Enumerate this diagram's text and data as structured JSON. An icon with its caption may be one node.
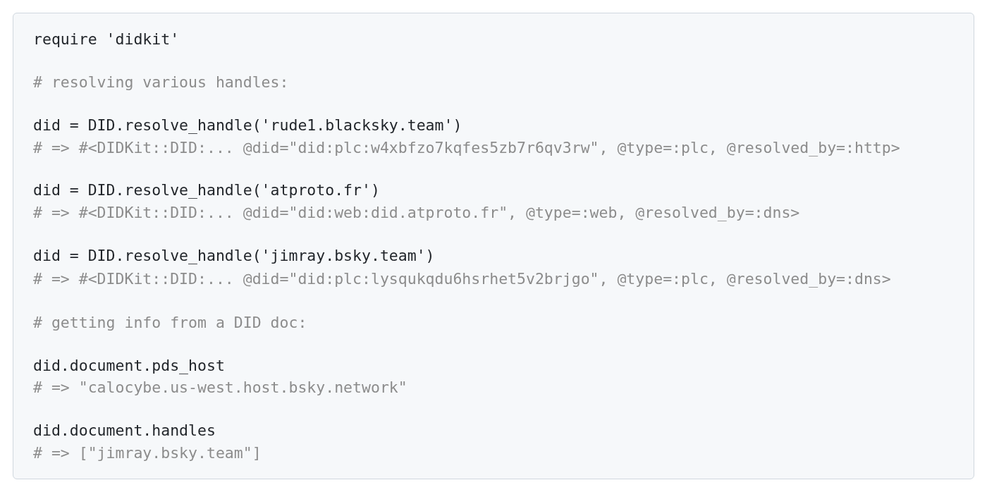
{
  "diagram": {
    "labels": [
      "require 'didkit'",
      "# resolving various handles:",
      "did = DID.resolve_handle('rude1.blacksky.team')",
      "# => #<DIDKit::DID:... @did=\"did:plc:w4xbfzo7kqfes5zb7r6qv3rw\", @type=:plc, @resolved_by=:http>",
      "did = DID.resolve_handle('atproto.fr')",
      "# => #<DIDKit::DID:... @did=\"did:web:did.atproto.fr\", @type=:web, @resolved_by=:dns>",
      "did = DID.resolve_handle('jimray.bsky.team')",
      "# => #<DIDKit::DID:... @did=\"did:plc:lysqukqdu6hsrhet5v2brjgo\", @type=:plc, @resolved_by=:dns>",
      "# getting info from a DID doc:",
      "did.document.pds_host",
      "# => \"calocybe.us-west.host.bsky.network\"",
      "did.document.handles",
      "# => [\"jimray.bsky.team\"]"
    ]
  }
}
